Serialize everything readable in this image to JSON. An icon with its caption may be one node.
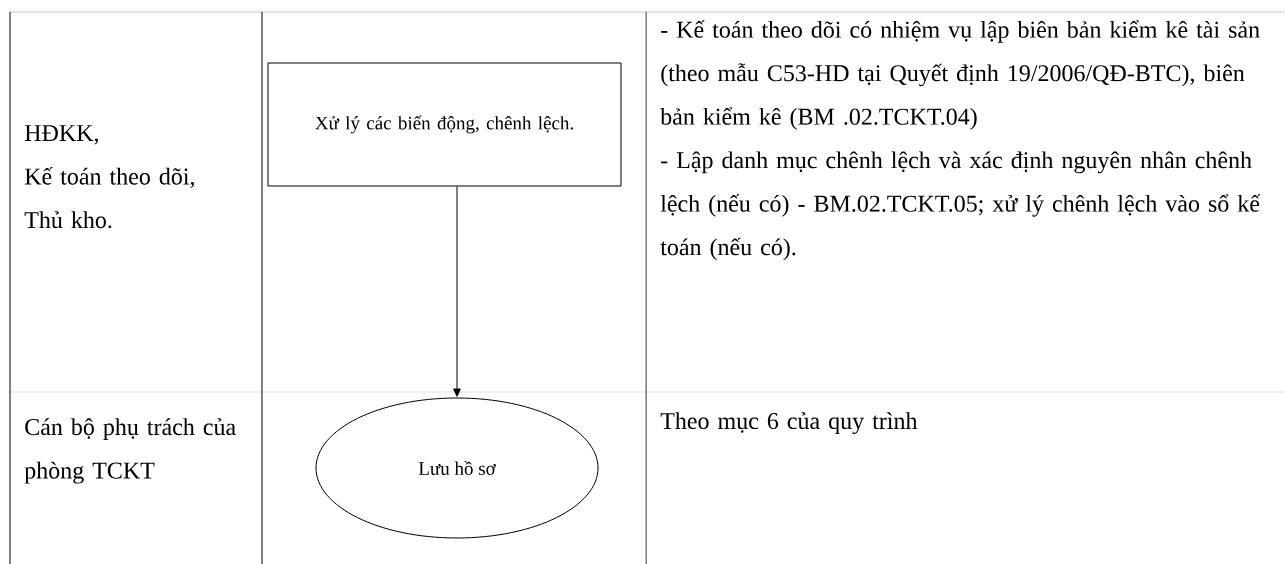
{
  "diagram": {
    "nodes": [
      {
        "text": [
          "Xử lý các biến động, chênh lệch."
        ]
      },
      {
        "text": [
          "Lưu hồ sơ"
        ]
      }
    ],
    "edges": [
      {
        "from": 0,
        "to": 1,
        "arrow": "to"
      }
    ],
    "labels": [
      "HĐKK,",
      "Kế toán theo dõi,",
      "Thủ kho.",
      "- Kế toán theo dõi có nhiệm vụ lập biên bản kiểm kê tài sản (theo mẫu C53-HD tại Quyết định 19/2006/QĐ-BTC), biên bản kiểm kê (BM .02.TCKT.04)",
      "- Lập danh mục chênh lệch và xác định nguyên nhân chênh lệch (nếu có) - BM.02.TCKT.05; xử lý chênh lệch vào sổ kế toán (nếu có).",
      "Cán bộ phụ trách của phòng TCKT",
      "Theo mục 6 của quy trình"
    ]
  }
}
